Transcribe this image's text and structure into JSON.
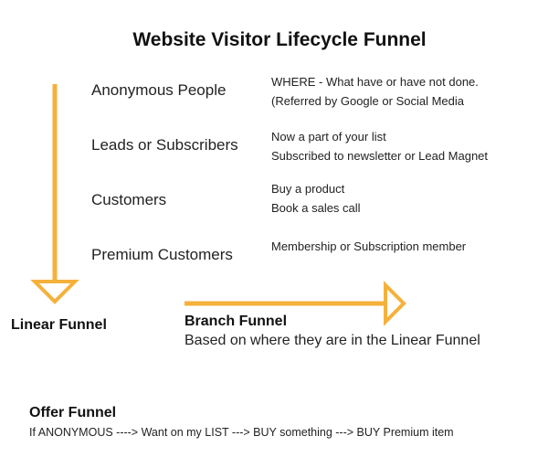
{
  "title": "Website Visitor Lifecycle Funnel",
  "stages": [
    {
      "name": "Anonymous People",
      "details": [
        "WHERE - What have or have not done.",
        "(Referred by Google or Social Media"
      ]
    },
    {
      "name": "Leads or Subscribers",
      "details": [
        "Now a part of your list",
        "Subscribed to newsletter or Lead Magnet"
      ]
    },
    {
      "name": "Customers",
      "details": [
        "Buy a product",
        "Book a sales call"
      ]
    },
    {
      "name": "Premium Customers",
      "details": [
        "Membership or Subscription member"
      ]
    }
  ],
  "linear_funnel": {
    "label": "Linear Funnel"
  },
  "branch_funnel": {
    "label": "Branch Funnel",
    "description": "Based on where they are in the Linear Funnel"
  },
  "offer_funnel": {
    "label": "Offer Funnel",
    "sequence": "If ANONYMOUS ----> Want on my LIST ---> BUY something ---> BUY Premium item"
  },
  "colors": {
    "arrow": "#F5B13B",
    "text": "#222222"
  }
}
